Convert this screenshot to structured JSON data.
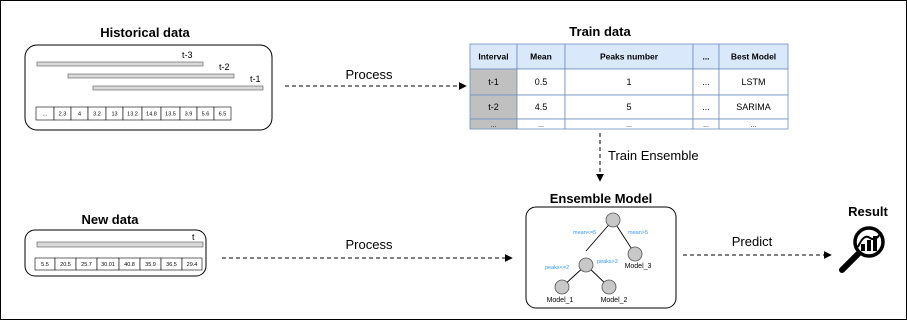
{
  "historical": {
    "title": "Historical data",
    "windows": [
      "t-3",
      "t-2",
      "t-1"
    ],
    "values": [
      "...",
      "2.3",
      "4",
      "3.2",
      "13",
      "13.2",
      "14.8",
      "13.5",
      "3.9",
      "5.6",
      "6.5"
    ]
  },
  "new_data": {
    "title": "New data",
    "window": "t",
    "values": [
      "5.5",
      "20.5",
      "25.7",
      "30.01",
      "40.8",
      "35.9",
      "36.5",
      "29.4"
    ]
  },
  "train": {
    "title": "Train data",
    "headers": [
      "Interval",
      "Mean",
      "Peaks number",
      "...",
      "Best Model"
    ],
    "rows": [
      [
        "t-1",
        "0.5",
        "1",
        "...",
        "LSTM"
      ],
      [
        "t-2",
        "4.5",
        "5",
        "...",
        "SARIMA"
      ],
      [
        "...",
        "...",
        "...",
        "...",
        "..."
      ]
    ]
  },
  "ensemble": {
    "title": "Ensemble Model",
    "edge_labels": [
      "mean<=5",
      "mean>5",
      "peaks<=2",
      "peaks>2"
    ],
    "leaves": [
      "Model_1",
      "Model_2",
      "Model_3"
    ]
  },
  "arrows": {
    "process_top": "Process",
    "process_bottom": "Process",
    "train_ensemble": "Train Ensemble",
    "predict": "Predict"
  },
  "result": {
    "title": "Result"
  },
  "colors": {
    "bar": "#d9d9d9",
    "header": "#dae8fc",
    "grid": "#6c8ebf",
    "shade": "#c0c0c0",
    "label": "#3399ff"
  }
}
